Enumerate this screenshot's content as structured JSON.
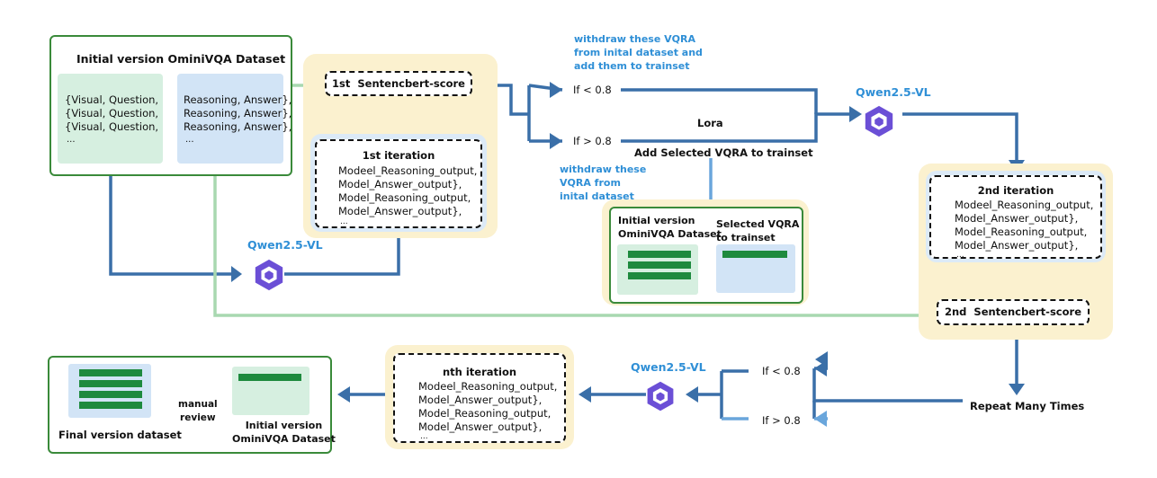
{
  "initial_dataset": {
    "title": "Initial version OminiVQA Dataset",
    "left_lines": [
      "{Visual, Question,",
      "{Visual, Question,",
      "{Visual, Question,",
      "..."
    ],
    "right_lines": [
      "Reasoning, Answer},",
      "Reasoning, Answer},",
      "Reasoning, Answer},",
      "..."
    ]
  },
  "iteration1": {
    "score_label": "1st  Sentencbert-score",
    "title": "1st iteration",
    "lines": [
      "Modeel_Reasoning_output,",
      "Model_Answer_output},",
      "Model_Reasoning_output,",
      "Model_Answer_output},",
      "..."
    ]
  },
  "model_name": "Qwen2.5-VL",
  "branch_top": {
    "note": "withdraw these VQRA\nfrom inital dataset and\nadd them to trainset",
    "condition": "If < 0.8"
  },
  "branch_bottom": {
    "condition": "If > 0.8",
    "add_label": "Add Selected VQRA to trainset",
    "note": "withdraw these\nVQRA from\ninital dataset"
  },
  "lora_label": "Lora",
  "split_box": {
    "left_label": "Initial version\nOminiVQA Dataset",
    "right_label": "Selected VQRA\nto trainset"
  },
  "iteration2": {
    "title": "2nd iteration",
    "lines": [
      "Modeel_Reasoning_output,",
      "Model_Answer_output},",
      "Model_Reasoning_output,",
      "Model_Answer_output},",
      "..."
    ],
    "score_label": "2nd  Sentencbert-score"
  },
  "repeat_label": "Repeat Many Times",
  "branch_lower": {
    "cond_lt": "If < 0.8",
    "cond_gt": "If > 0.8"
  },
  "iterationN": {
    "title": "nth iteration",
    "lines": [
      "Modeel_Reasoning_output,",
      "Model_Answer_output},",
      "Model_Reasoning_output,",
      "Model_Answer_output},",
      "..."
    ]
  },
  "final": {
    "dataset_label": "Final version dataset",
    "review_label": "manual\nreview",
    "initial_label": "Initial version\nOminiVQA Dataset"
  },
  "colors": {
    "arrow_blue": "#3a6fa8",
    "arrow_light_blue": "#6aa6dc",
    "arrow_green": "#a8d8b0",
    "frame_green": "#3a8a3a",
    "panel_yellow": "#fbf1cf",
    "panel_blue": "#dceaf7",
    "bar_green": "#1e8a3e",
    "model_purple": "#6b4fd6"
  }
}
